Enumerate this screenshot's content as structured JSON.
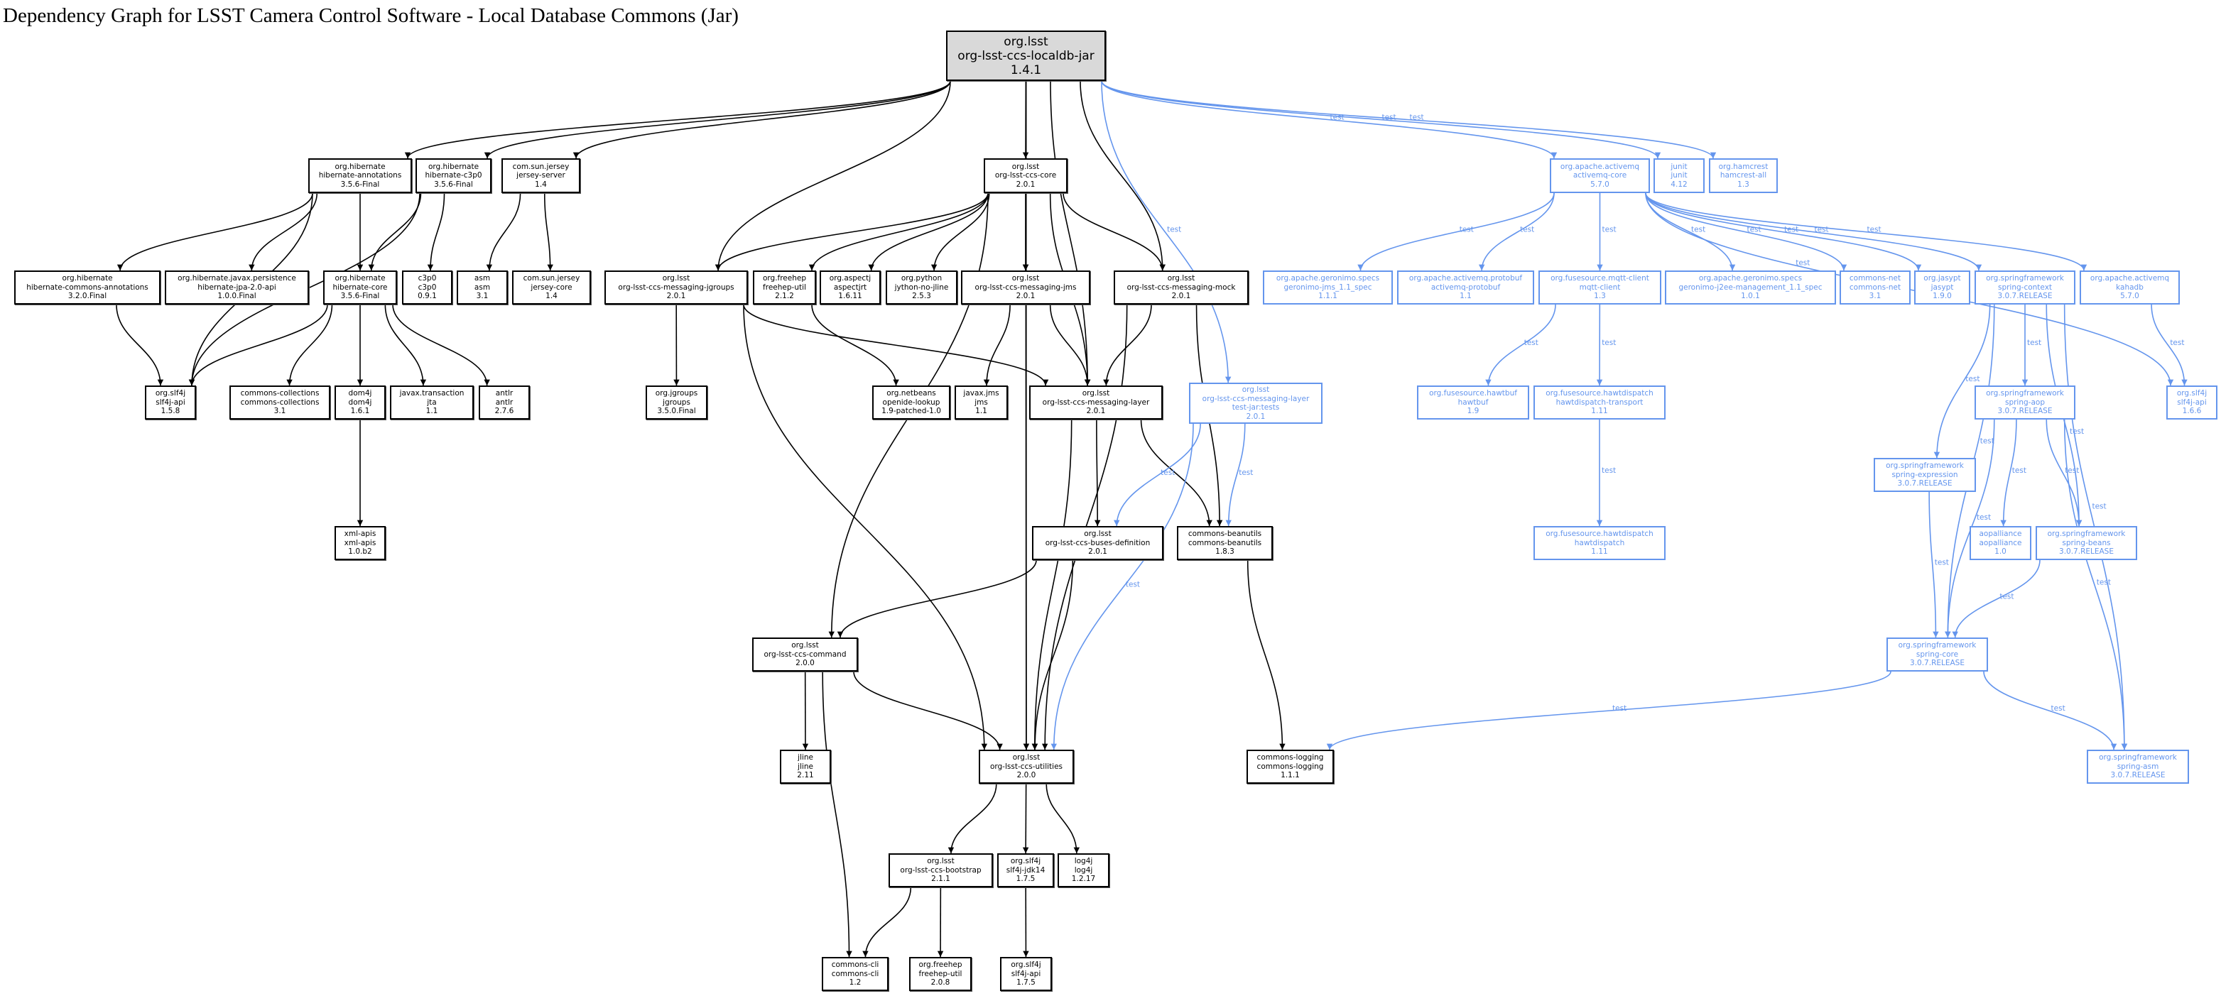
{
  "title": "Dependency Graph for LSST Camera Control Software - Local Database Commons (Jar)",
  "colors": {
    "compile": "#000000",
    "test": "#6495ED",
    "root_fill": "#d9d9d9"
  },
  "nodes": [
    {
      "id": "root",
      "lines": [
        "org.lsst",
        "org-lsst-ccs-localdb-jar",
        "1.4.1"
      ],
      "kind": "root"
    },
    {
      "id": "ann",
      "lines": [
        "org.hibernate",
        "hibernate-annotations",
        "3.5.6-Final"
      ]
    },
    {
      "id": "c3p0h",
      "lines": [
        "org.hibernate",
        "hibernate-c3p0",
        "3.5.6-Final"
      ]
    },
    {
      "id": "jserver",
      "lines": [
        "com.sun.jersey",
        "jersey-server",
        "1.4"
      ]
    },
    {
      "id": "core",
      "lines": [
        "org.lsst",
        "org-lsst-ccs-core",
        "2.0.1"
      ]
    },
    {
      "id": "amqcore",
      "lines": [
        "org.apache.activemq",
        "activemq-core",
        "5.7.0"
      ],
      "kind": "test"
    },
    {
      "id": "junit",
      "lines": [
        "junit",
        "junit",
        "4.12"
      ],
      "kind": "test"
    },
    {
      "id": "hamcrest",
      "lines": [
        "org.hamcrest",
        "hamcrest-all",
        "1.3"
      ],
      "kind": "test"
    },
    {
      "id": "hca",
      "lines": [
        "org.hibernate",
        "hibernate-commons-annotations",
        "3.2.0.Final"
      ]
    },
    {
      "id": "jpa",
      "lines": [
        "org.hibernate.javax.persistence",
        "hibernate-jpa-2.0-api",
        "1.0.0.Final"
      ]
    },
    {
      "id": "hcore",
      "lines": [
        "org.hibernate",
        "hibernate-core",
        "3.5.6-Final"
      ]
    },
    {
      "id": "c3p0",
      "lines": [
        "c3p0",
        "c3p0",
        "0.9.1"
      ]
    },
    {
      "id": "asm",
      "lines": [
        "asm",
        "asm",
        "3.1"
      ]
    },
    {
      "id": "jcore",
      "lines": [
        "com.sun.jersey",
        "jersey-core",
        "1.4"
      ]
    },
    {
      "id": "jgm",
      "lines": [
        "org.lsst",
        "org-lsst-ccs-messaging-jgroups",
        "2.0.1"
      ]
    },
    {
      "id": "freehep212",
      "lines": [
        "org.freehep",
        "freehep-util",
        "2.1.2"
      ]
    },
    {
      "id": "aspectj",
      "lines": [
        "org.aspectj",
        "aspectjrt",
        "1.6.11"
      ]
    },
    {
      "id": "jython",
      "lines": [
        "org.python",
        "jython-no-jline",
        "2.5.3"
      ]
    },
    {
      "id": "jms",
      "lines": [
        "org.lsst",
        "org-lsst-ccs-messaging-jms",
        "2.0.1"
      ]
    },
    {
      "id": "mock",
      "lines": [
        "org.lsst",
        "org-lsst-ccs-messaging-mock",
        "2.0.1"
      ]
    },
    {
      "id": "gjms",
      "lines": [
        "org.apache.geronimo.specs",
        "geronimo-jms_1.1_spec",
        "1.1.1"
      ],
      "kind": "test"
    },
    {
      "id": "protobuf",
      "lines": [
        "org.apache.activemq.protobuf",
        "activemq-protobuf",
        "1.1"
      ],
      "kind": "test"
    },
    {
      "id": "mqtt",
      "lines": [
        "org.fusesource.mqtt-client",
        "mqtt-client",
        "1.3"
      ],
      "kind": "test"
    },
    {
      "id": "j2ee",
      "lines": [
        "org.apache.geronimo.specs",
        "geronimo-j2ee-management_1.1_spec",
        "1.0.1"
      ],
      "kind": "test"
    },
    {
      "id": "cnet",
      "lines": [
        "commons-net",
        "commons-net",
        "3.1"
      ],
      "kind": "test"
    },
    {
      "id": "jasypt",
      "lines": [
        "org.jasypt",
        "jasypt",
        "1.9.0"
      ],
      "kind": "test"
    },
    {
      "id": "sctx",
      "lines": [
        "org.springframework",
        "spring-context",
        "3.0.7.RELEASE"
      ],
      "kind": "test"
    },
    {
      "id": "kahadb",
      "lines": [
        "org.apache.activemq",
        "kahadb",
        "5.7.0"
      ],
      "kind": "test"
    },
    {
      "id": "slf158",
      "lines": [
        "org.slf4j",
        "slf4j-api",
        "1.5.8"
      ]
    },
    {
      "id": "ccoll",
      "lines": [
        "commons-collections",
        "commons-collections",
        "3.1"
      ]
    },
    {
      "id": "dom4j",
      "lines": [
        "dom4j",
        "dom4j",
        "1.6.1"
      ]
    },
    {
      "id": "jta",
      "lines": [
        "javax.transaction",
        "jta",
        "1.1"
      ]
    },
    {
      "id": "antlr",
      "lines": [
        "antlr",
        "antlr",
        "2.7.6"
      ]
    },
    {
      "id": "jgroups",
      "lines": [
        "org.jgroups",
        "jgroups",
        "3.5.0.Final"
      ]
    },
    {
      "id": "openide",
      "lines": [
        "org.netbeans",
        "openide-lookup",
        "1.9-patched-1.0"
      ]
    },
    {
      "id": "jjms",
      "lines": [
        "javax.jms",
        "jms",
        "1.1"
      ]
    },
    {
      "id": "layer",
      "lines": [
        "org.lsst",
        "org-lsst-ccs-messaging-layer",
        "2.0.1"
      ]
    },
    {
      "id": "tests",
      "lines": [
        "org.lsst",
        "org-lsst-ccs-messaging-layer",
        "test-jar:tests",
        "2.0.1"
      ],
      "kind": "test"
    },
    {
      "id": "hawtbuf",
      "lines": [
        "org.fusesource.hawtbuf",
        "hawtbuf",
        "1.9"
      ],
      "kind": "test"
    },
    {
      "id": "transport",
      "lines": [
        "org.fusesource.hawtdispatch",
        "hawtdispatch-transport",
        "1.11"
      ],
      "kind": "test"
    },
    {
      "id": "saop",
      "lines": [
        "org.springframework",
        "spring-aop",
        "3.0.7.RELEASE"
      ],
      "kind": "test"
    },
    {
      "id": "slf166",
      "lines": [
        "org.slf4j",
        "slf4j-api",
        "1.6.6"
      ],
      "kind": "test"
    },
    {
      "id": "sexpr",
      "lines": [
        "org.springframework",
        "spring-expression",
        "3.0.7.RELEASE"
      ],
      "kind": "test"
    },
    {
      "id": "xml",
      "lines": [
        "xml-apis",
        "xml-apis",
        "1.0.b2"
      ]
    },
    {
      "id": "buses",
      "lines": [
        "org.lsst",
        "org-lsst-ccs-buses-definition",
        "2.0.1"
      ]
    },
    {
      "id": "beanutils",
      "lines": [
        "commons-beanutils",
        "commons-beanutils",
        "1.8.3"
      ]
    },
    {
      "id": "hawtd",
      "lines": [
        "org.fusesource.hawtdispatch",
        "hawtdispatch",
        "1.11"
      ],
      "kind": "test"
    },
    {
      "id": "aop",
      "lines": [
        "aopalliance",
        "aopalliance",
        "1.0"
      ],
      "kind": "test"
    },
    {
      "id": "sbeans",
      "lines": [
        "org.springframework",
        "spring-beans",
        "3.0.7.RELEASE"
      ],
      "kind": "test"
    },
    {
      "id": "command",
      "lines": [
        "org.lsst",
        "org-lsst-ccs-command",
        "2.0.0"
      ]
    },
    {
      "id": "score",
      "lines": [
        "org.springframework",
        "spring-core",
        "3.0.7.RELEASE"
      ],
      "kind": "test"
    },
    {
      "id": "jline",
      "lines": [
        "jline",
        "jline",
        "2.11"
      ]
    },
    {
      "id": "util",
      "lines": [
        "org.lsst",
        "org-lsst-ccs-utilities",
        "2.0.0"
      ]
    },
    {
      "id": "clog",
      "lines": [
        "commons-logging",
        "commons-logging",
        "1.1.1"
      ]
    },
    {
      "id": "sasm",
      "lines": [
        "org.springframework",
        "spring-asm",
        "3.0.7.RELEASE"
      ],
      "kind": "test"
    },
    {
      "id": "boot",
      "lines": [
        "org.lsst",
        "org-lsst-ccs-bootstrap",
        "2.1.1"
      ]
    },
    {
      "id": "jdk14",
      "lines": [
        "org.slf4j",
        "slf4j-jdk14",
        "1.7.5"
      ]
    },
    {
      "id": "log4j",
      "lines": [
        "log4j",
        "log4j",
        "1.2.17"
      ]
    },
    {
      "id": "cli",
      "lines": [
        "commons-cli",
        "commons-cli",
        "1.2"
      ]
    },
    {
      "id": "freehep208",
      "lines": [
        "org.freehep",
        "freehep-util",
        "2.0.8"
      ]
    },
    {
      "id": "slf175",
      "lines": [
        "org.slf4j",
        "slf4j-api",
        "1.7.5"
      ]
    }
  ],
  "edges": [
    [
      "root",
      "ann",
      ""
    ],
    [
      "root",
      "c3p0h",
      ""
    ],
    [
      "root",
      "jserver",
      ""
    ],
    [
      "root",
      "core",
      ""
    ],
    [
      "root",
      "jgm",
      ""
    ],
    [
      "root",
      "jms",
      ""
    ],
    [
      "root",
      "layer",
      ""
    ],
    [
      "root",
      "mock",
      ""
    ],
    [
      "root",
      "util",
      ""
    ],
    [
      "root",
      "tests",
      "test"
    ],
    [
      "root",
      "amqcore",
      "test"
    ],
    [
      "root",
      "junit",
      "test"
    ],
    [
      "root",
      "hamcrest",
      "test"
    ],
    [
      "ann",
      "hca",
      ""
    ],
    [
      "ann",
      "jpa",
      ""
    ],
    [
      "ann",
      "hcore",
      ""
    ],
    [
      "ann",
      "slf158",
      ""
    ],
    [
      "c3p0h",
      "hcore",
      ""
    ],
    [
      "c3p0h",
      "c3p0",
      ""
    ],
    [
      "c3p0h",
      "slf158",
      ""
    ],
    [
      "jserver",
      "asm",
      ""
    ],
    [
      "jserver",
      "jcore",
      ""
    ],
    [
      "hca",
      "slf158",
      ""
    ],
    [
      "hcore",
      "slf158",
      ""
    ],
    [
      "hcore",
      "ccoll",
      ""
    ],
    [
      "hcore",
      "dom4j",
      ""
    ],
    [
      "hcore",
      "jta",
      ""
    ],
    [
      "hcore",
      "antlr",
      ""
    ],
    [
      "dom4j",
      "xml",
      ""
    ],
    [
      "core",
      "command",
      ""
    ],
    [
      "core",
      "jgm",
      ""
    ],
    [
      "core",
      "freehep212",
      ""
    ],
    [
      "core",
      "aspectj",
      ""
    ],
    [
      "core",
      "jython",
      ""
    ],
    [
      "core",
      "jms",
      ""
    ],
    [
      "core",
      "mock",
      ""
    ],
    [
      "core",
      "layer",
      ""
    ],
    [
      "jgm",
      "jgroups",
      ""
    ],
    [
      "jgm",
      "layer",
      ""
    ],
    [
      "jgm",
      "util",
      ""
    ],
    [
      "freehep212",
      "openide",
      ""
    ],
    [
      "jms",
      "jjms",
      ""
    ],
    [
      "jms",
      "layer",
      ""
    ],
    [
      "jms",
      "util",
      ""
    ],
    [
      "mock",
      "layer",
      ""
    ],
    [
      "mock",
      "beanutils",
      ""
    ],
    [
      "mock",
      "util",
      ""
    ],
    [
      "layer",
      "buses",
      ""
    ],
    [
      "layer",
      "beanutils",
      ""
    ],
    [
      "layer",
      "util",
      ""
    ],
    [
      "tests",
      "buses",
      "test"
    ],
    [
      "tests",
      "beanutils",
      "test"
    ],
    [
      "tests",
      "util",
      "test"
    ],
    [
      "buses",
      "command",
      ""
    ],
    [
      "buses",
      "util",
      ""
    ],
    [
      "beanutils",
      "clog",
      ""
    ],
    [
      "command",
      "jline",
      ""
    ],
    [
      "command",
      "util",
      ""
    ],
    [
      "command",
      "cli",
      ""
    ],
    [
      "util",
      "boot",
      ""
    ],
    [
      "util",
      "jdk14",
      ""
    ],
    [
      "util",
      "log4j",
      ""
    ],
    [
      "boot",
      "cli",
      ""
    ],
    [
      "boot",
      "freehep208",
      ""
    ],
    [
      "jdk14",
      "slf175",
      ""
    ],
    [
      "amqcore",
      "gjms",
      "test"
    ],
    [
      "amqcore",
      "protobuf",
      "test"
    ],
    [
      "amqcore",
      "mqtt",
      "test"
    ],
    [
      "amqcore",
      "j2ee",
      "test"
    ],
    [
      "amqcore",
      "cnet",
      "test"
    ],
    [
      "amqcore",
      "jasypt",
      "test"
    ],
    [
      "amqcore",
      "sctx",
      "test"
    ],
    [
      "amqcore",
      "kahadb",
      "test"
    ],
    [
      "amqcore",
      "slf166",
      "test"
    ],
    [
      "mqtt",
      "hawtbuf",
      "test"
    ],
    [
      "mqtt",
      "transport",
      "test"
    ],
    [
      "transport",
      "hawtd",
      "test"
    ],
    [
      "kahadb",
      "slf166",
      "test"
    ],
    [
      "sctx",
      "score",
      "test"
    ],
    [
      "sctx",
      "sexpr",
      "test"
    ],
    [
      "sctx",
      "saop",
      "test"
    ],
    [
      "sctx",
      "sbeans",
      "test"
    ],
    [
      "sctx",
      "sasm",
      "test"
    ],
    [
      "saop",
      "score",
      "test"
    ],
    [
      "saop",
      "aop",
      "test"
    ],
    [
      "saop",
      "sbeans",
      "test"
    ],
    [
      "saop",
      "sasm",
      "test"
    ],
    [
      "sexpr",
      "score",
      "test"
    ],
    [
      "sbeans",
      "score",
      "test"
    ],
    [
      "score",
      "sasm",
      "test"
    ],
    [
      "score",
      "clog",
      "test"
    ]
  ]
}
